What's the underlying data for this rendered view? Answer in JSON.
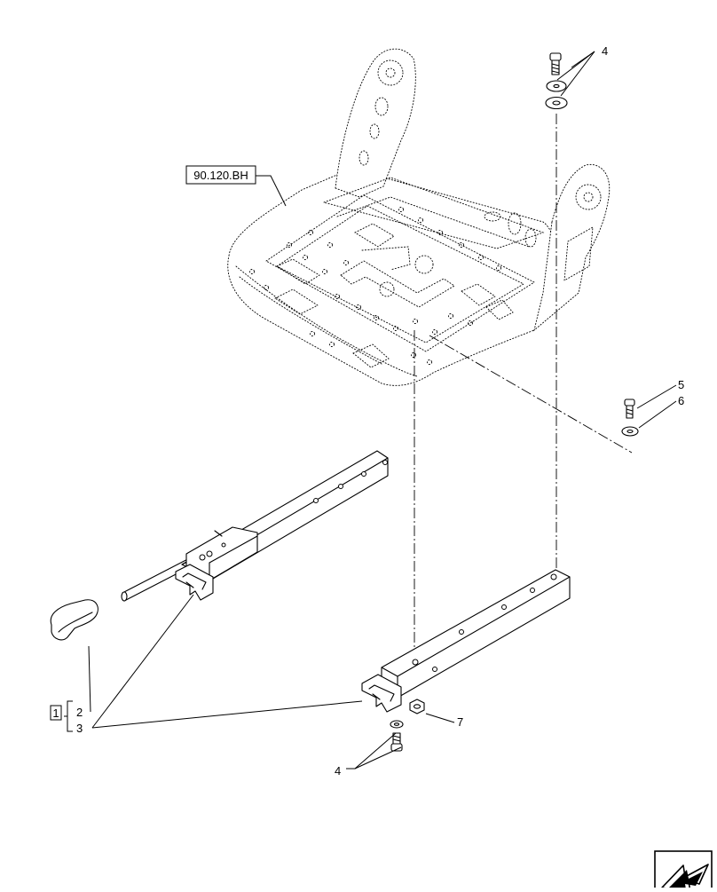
{
  "diagram": {
    "reference_box": "90.120.BH",
    "callouts": {
      "c1": "1",
      "c2": "2",
      "c3": "3",
      "c4_top": "4",
      "c4_bottom": "4",
      "c5": "5",
      "c6": "6",
      "c7": "7"
    }
  },
  "icons": {
    "nav_arrow": "next-page-arrow-icon"
  }
}
